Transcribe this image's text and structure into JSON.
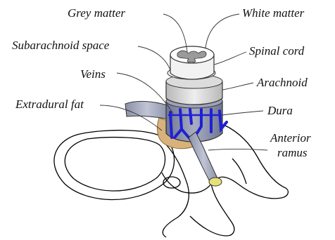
{
  "labels": {
    "grey_matter": "Grey matter",
    "white_matter": "White matter",
    "subarachnoid_space": "Subarachnoid space",
    "spinal_cord": "Spinal cord",
    "veins": "Veins",
    "arachnoid": "Arachnoid",
    "extradural_fat": "Extradural fat",
    "dura": "Dura",
    "anterior_ramus_line1": "Anterior",
    "anterior_ramus_line2": "ramus"
  },
  "colors": {
    "cord_grey": "#9a9a9a",
    "cord_white": "#f2f2f2",
    "arachnoid": "#d6d6d6",
    "dura_body": "#8c92a8",
    "veins": "#1f1fd6",
    "extradural_fat": "#d8b27a",
    "nerve_root": "#9aa0b4",
    "ramus_tip": "#e6e07a",
    "bone_outline": "#000000"
  }
}
